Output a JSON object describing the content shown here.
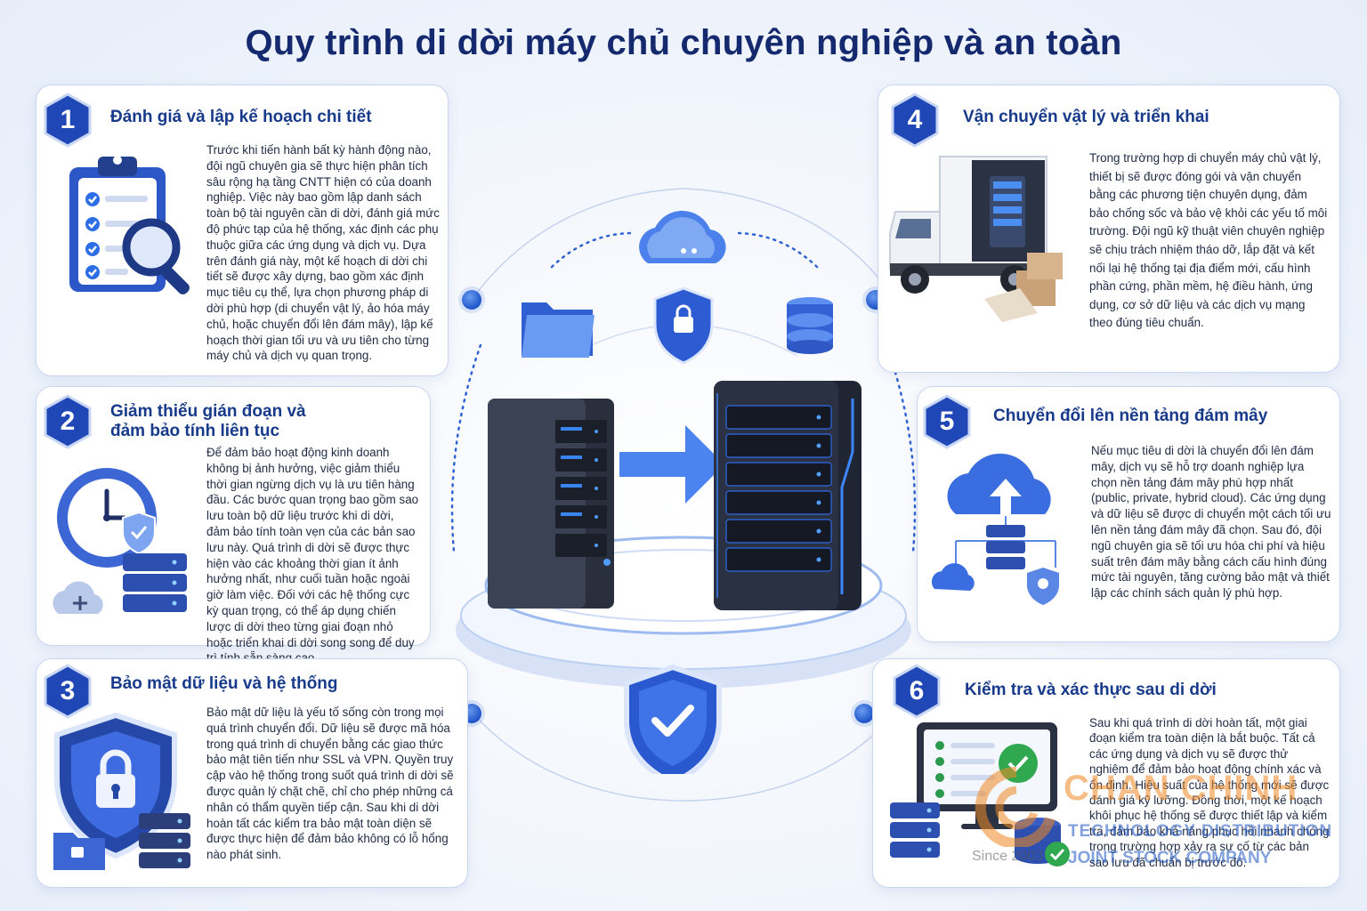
{
  "title": "Quy trình di dời máy chủ chuyên nghiệp và an toàn",
  "steps": [
    {
      "number": "1",
      "title": "Đánh giá và lập kế hoạch chi tiết",
      "text": "Trước khi tiến hành bất kỳ hành động nào, đội ngũ chuyên gia sẽ thực hiện phân tích sâu rộng hạ tầng CNTT hiện có của doanh nghiệp. Việc này bao gồm lập danh sách toàn bộ tài nguyên cần di dời, đánh giá mức độ phức tạp của hệ thống, xác định các phụ thuộc giữa các ứng dụng và dịch vụ. Dựa trên đánh giá này, một kế hoạch di dời chi tiết sẽ được xây dựng, bao gồm xác định mục tiêu cụ thể, lựa chọn phương pháp di dời phù hợp (di chuyển vật lý, ảo hóa máy chủ, hoặc chuyển đổi lên đám mây), lập kế hoạch thời gian tối ưu và ưu tiên cho từng máy chủ và dịch vụ quan trọng."
    },
    {
      "number": "2",
      "title": "Giảm thiểu gián đoạn và đảm bảo tính liên tục",
      "text": "Để đảm bảo hoạt động kinh doanh không bị ảnh hưởng, việc giảm thiểu thời gian ngừng dịch vụ là ưu tiên hàng đầu. Các bước quan trọng bao gồm sao lưu toàn bộ dữ liệu trước khi di dời, đảm bảo tính toàn vẹn của các bản sao lưu này. Quá trình di dời sẽ được thực hiện vào các khoảng thời gian ít ảnh hưởng nhất, như cuối tuần hoặc ngoài giờ làm việc. Đối với các hệ thống cực kỳ quan trọng, có thể áp dụng chiến lược di dời theo từng giai đoạn nhỏ hoặc triển khai di dời song song để duy trì tính sẵn sàng cao."
    },
    {
      "number": "3",
      "title": "Bảo mật dữ liệu và hệ thống",
      "text": "Bảo mật dữ liệu là yếu tố sống còn trong mọi quá trình chuyển đổi. Dữ liệu sẽ được mã hóa trong quá trình di chuyển bằng các giao thức bảo mật tiên tiến như SSL và VPN. Quyền truy cập vào hệ thống trong suốt quá trình di dời sẽ được quản lý chặt chẽ, chỉ cho phép những cá nhân có thẩm quyền tiếp cận. Sau khi di dời hoàn tất các kiểm tra bảo mật toàn diện sẽ được thực hiện để đảm bảo không có lỗ hổng nào phát sinh."
    },
    {
      "number": "4",
      "title": "Vận chuyển vật lý và triển khai",
      "text": "Trong trường hợp di chuyển máy chủ vật lý, thiết bị sẽ được đóng gói và vận chuyển bằng các phương tiện chuyên dụng, đảm bảo chống sốc và bảo vệ khỏi các yếu tố môi trường. Đội ngũ kỹ thuật viên chuyên nghiệp sẽ chịu trách nhiệm tháo dỡ, lắp đặt và kết nối lại hệ thống tại địa điểm mới, cấu hình phần cứng, phần mềm, hệ điều hành, ứng dụng, cơ sở dữ liệu và các dịch vụ mạng theo đúng tiêu chuẩn."
    },
    {
      "number": "5",
      "title": "Chuyển đổi lên nền tảng đám mây",
      "text": "Nếu mục tiêu di dời là chuyển đổi lên đám mây, dịch vụ sẽ hỗ trợ doanh nghiệp lựa chọn nền tảng đám mây phù hợp nhất (public, private, hybrid cloud). Các ứng dụng và dữ liệu sẽ được di chuyển một cách tối ưu lên nền tảng đám mây đã chọn. Sau đó, đội ngũ chuyên gia sẽ tối ưu hóa chi phí và hiệu suất trên đám mây bằng cách cấu hình đúng mức tài nguyên, tăng cường bảo mật và thiết lập các chính sách quản lý phù hợp."
    },
    {
      "number": "6",
      "title": "Kiểm tra và xác thực sau di dời",
      "text": "Sau khi quá trình di dời hoàn tất, một giai đoạn kiểm tra toàn diện là bắt buộc. Tất cả các ứng dụng và dịch vụ sẽ được thử nghiệm để đảm bảo hoạt động chính xác và ổn định. Hiệu suất của hệ thống mới sẽ được đánh giá kỹ lưỡng. Đồng thời, một kế hoạch khôi phục hệ thống sẽ được thiết lập và kiểm tra, đảm bảo khả năng phục hồi nhanh chóng trong trường hợp xảy ra sự cố từ các bản sao lưu đã chuẩn bị trước đó."
    }
  ],
  "watermark": {
    "name": "CHAN CHINH",
    "line1": "TECHNOLOGY DISTRIBUTION",
    "line2": "JOINT STOCK COMPANY",
    "since": "Since 2003"
  },
  "colors": {
    "primary": "#1f4fc4",
    "title": "#152a6e",
    "accent": "#f08a24"
  }
}
